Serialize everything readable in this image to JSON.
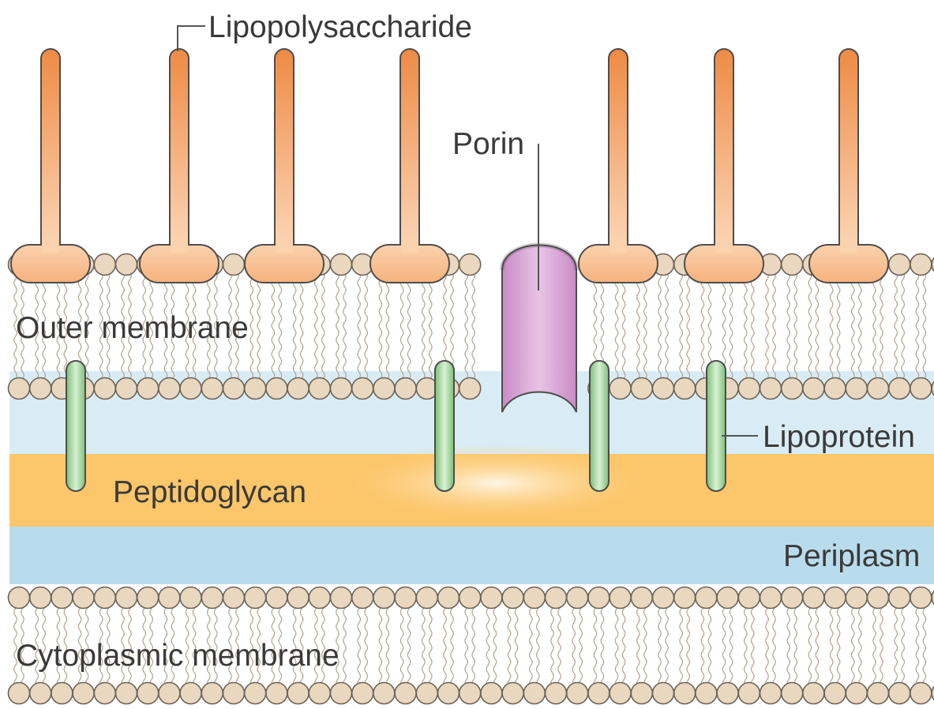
{
  "labels": {
    "lipopolysaccharide": "Lipopolysaccharide",
    "porin": "Porin",
    "outer_membrane": "Outer membrane",
    "lipoprotein": "Lipoprotein",
    "peptidoglycan": "Peptidoglycan",
    "periplasm": "Periplasm",
    "cytoplasmic_membrane": "Cytoplasmic membrane"
  },
  "colors": {
    "lps": "#f2a060",
    "lps_light": "#fbd3b0",
    "porin": "#d6a0d2",
    "lipoprotein": "#9fd39a",
    "peptidoglycan": "#fcc66a",
    "periplasm": "#b9dcec",
    "lipid_head": "#e9d8bf",
    "tail": "#b5a794",
    "outline": "#4d4d4d"
  }
}
